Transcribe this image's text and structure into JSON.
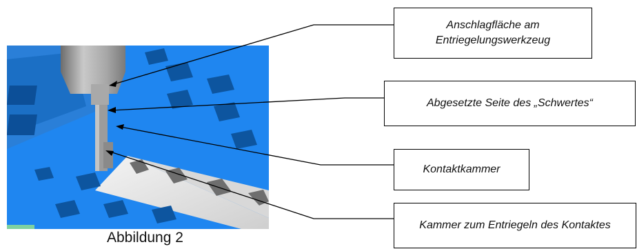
{
  "figure": {
    "caption": "Abbildung 2",
    "image": "3d-render-connector-unlocking-tool"
  },
  "labels": [
    {
      "text": "Anschlagfläche am Entriegelungswerkzeug"
    },
    {
      "text": "Abgesetzte Seite des „Schwertes“"
    },
    {
      "text": "Kontaktkammer"
    },
    {
      "text": "Kammer zum Entriegeln des Kontaktes"
    }
  ],
  "colors": {
    "housing_blue": "#1f86f0",
    "tool_gray": "#9a9a9a",
    "strip_light": "#e6e6e6"
  }
}
